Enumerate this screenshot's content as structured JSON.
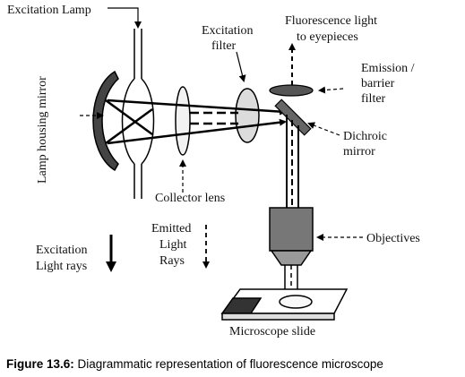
{
  "labels": {
    "excitation_lamp": "Excitation Lamp",
    "excitation_filter_1": "Excitation",
    "excitation_filter_2": "filter",
    "fluorescence_1": "Fluorescence light",
    "fluorescence_2": "to eyepieces",
    "emission_1": "Emission /",
    "emission_2": "barrier",
    "emission_3": "filter",
    "dichroic_1": "Dichroic",
    "dichroic_2": "mirror",
    "lamp_housing_mirror": "Lamp housing mirror",
    "collector_lens": "Collector lens",
    "objectives": "Objectives",
    "excitation_rays_1": "Excitation",
    "excitation_rays_2": "Light rays",
    "emitted_1": "Emitted",
    "emitted_2": "Light",
    "emitted_3": "Rays",
    "microscope_slide": "Microscope slide"
  },
  "caption": {
    "prefix": "Figure 13.6:",
    "text": " Diagrammatic representation of fluorescence microscope"
  }
}
